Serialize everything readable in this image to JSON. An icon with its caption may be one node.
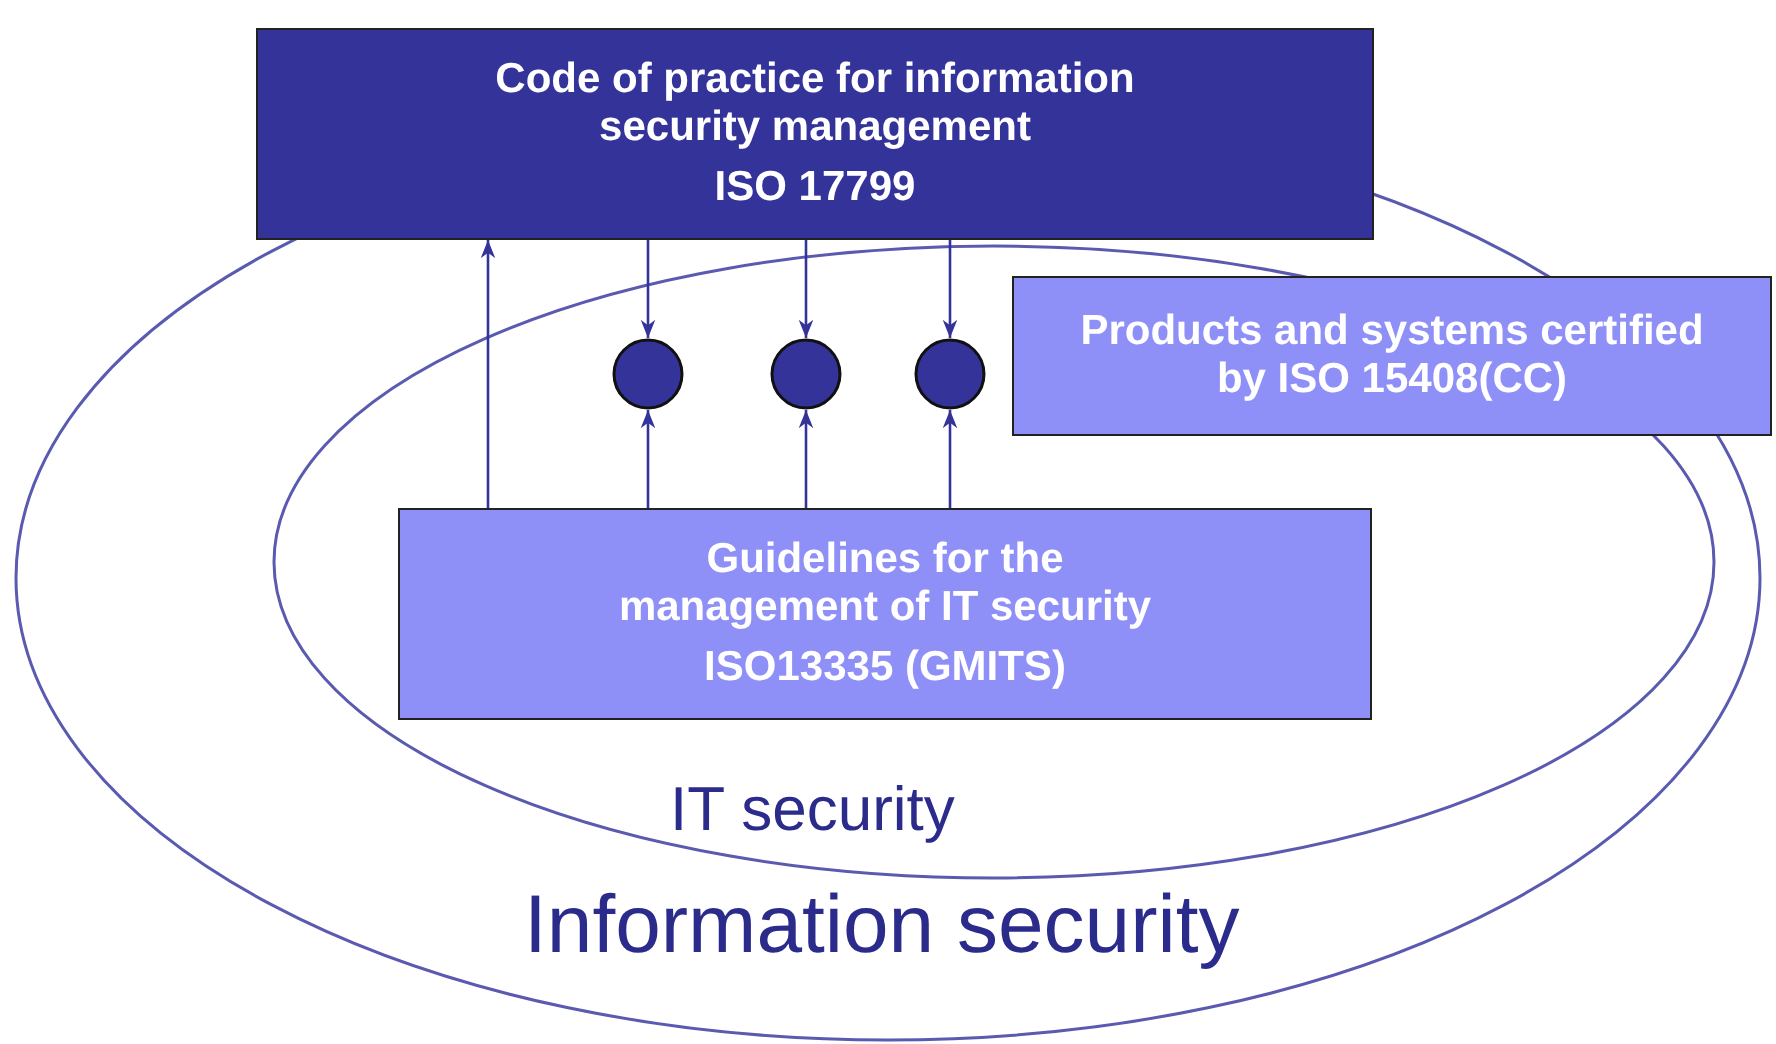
{
  "diagram": {
    "nodes": [
      {
        "text": [
          "Code of practice for information security management",
          "ISO 17799"
        ]
      },
      {
        "text": [
          "Products and systems certified by ISO 15408(CC)"
        ]
      },
      {
        "text": [
          "Guidelines for the management of IT security",
          "ISO13335 (GMITS)"
        ]
      },
      {
        "text": [],
        "shape": "circle"
      },
      {
        "text": [],
        "shape": "circle"
      },
      {
        "text": [],
        "shape": "circle"
      }
    ],
    "edges": [
      {
        "from": 2,
        "to": 0,
        "arrow": "to"
      },
      {
        "from": 0,
        "to": 3,
        "arrow": "to"
      },
      {
        "from": 2,
        "to": 3,
        "arrow": "to"
      },
      {
        "from": 0,
        "to": 4,
        "arrow": "to"
      },
      {
        "from": 2,
        "to": 4,
        "arrow": "to"
      },
      {
        "from": 0,
        "to": 5,
        "arrow": "to"
      },
      {
        "from": 2,
        "to": 5,
        "arrow": "to"
      }
    ],
    "labels": [
      "IT security",
      "Information security"
    ]
  }
}
